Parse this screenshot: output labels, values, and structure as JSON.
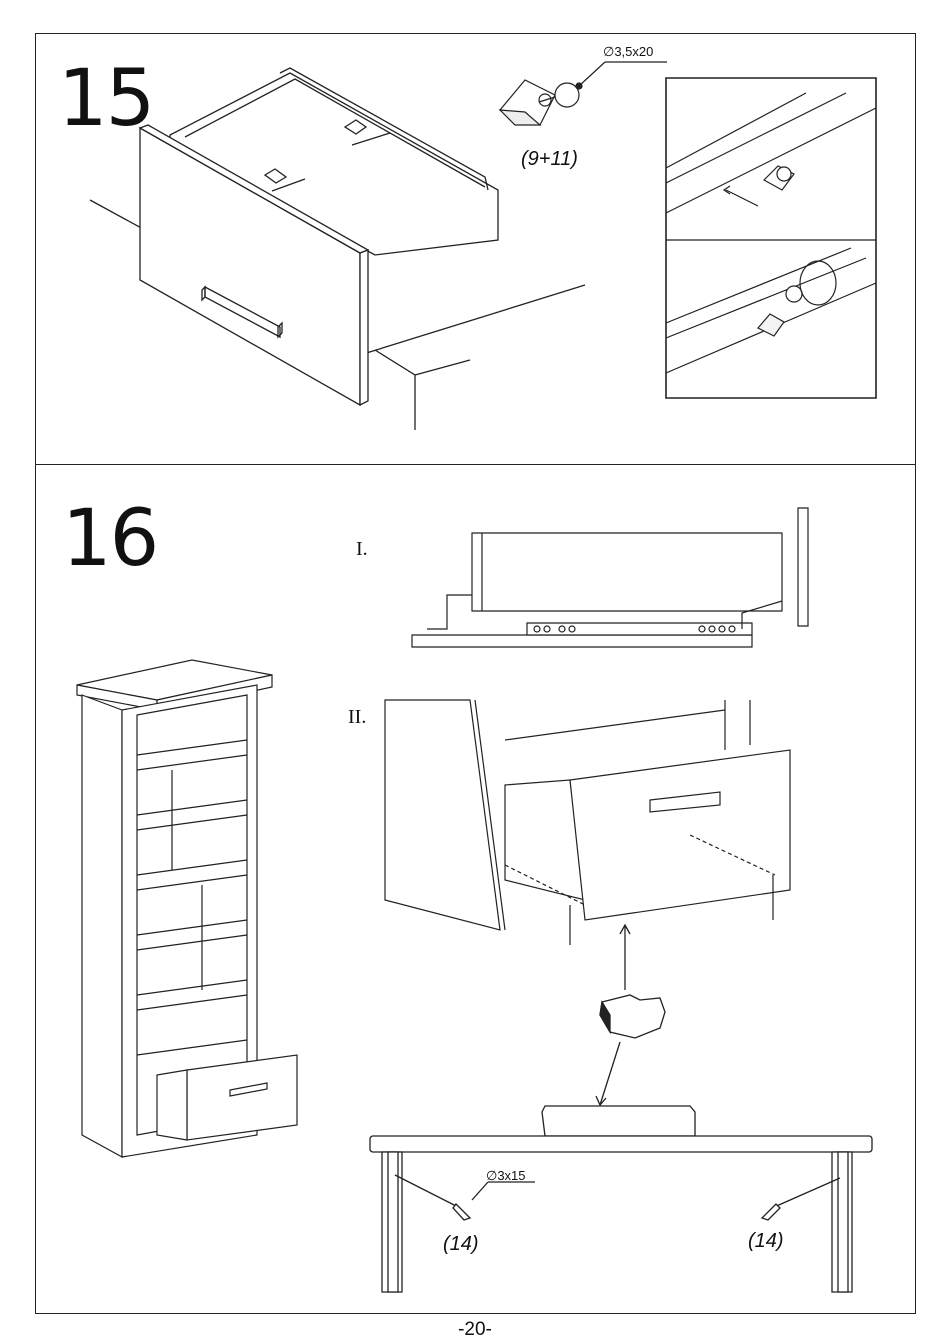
{
  "page": {
    "number": "-20-"
  },
  "step15": {
    "number": "15",
    "screw_spec": "∅3,5x20",
    "part_ref": "(9+11)"
  },
  "step16": {
    "number": "16",
    "sub_step_1": "I.",
    "sub_step_2": "II.",
    "screw_spec": "∅3x15",
    "part_ref_left": "(14)",
    "part_ref_right": "(14)"
  },
  "icons": [
    "drawer-assembly-illustration",
    "screw-icon",
    "detail-panel-illustration",
    "cabinet-illustration",
    "drawer-slide-illustration",
    "drawer-installation-illustration",
    "screwdriver-icon",
    "drawer-front-detail-illustration"
  ]
}
